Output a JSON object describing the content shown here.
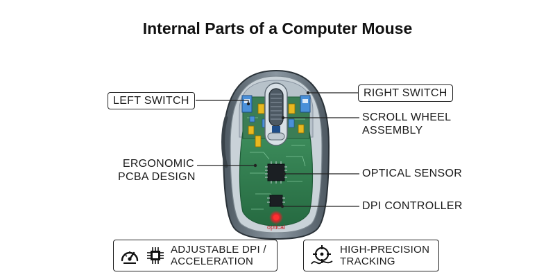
{
  "title": "Internal Parts of a Computer Mouse",
  "labels": {
    "left_switch": "LEFT SWITCH",
    "right_switch": "RIGHT SWITCH",
    "scroll_wheel_line1": "SCROLL WHEEL",
    "scroll_wheel_line2": "ASSEMBLY",
    "ergonomic_line1": "ERGONOMIC",
    "ergonomic_line2": "PCBA DESIGN",
    "optical_sensor": "OPTICAL SENSOR",
    "dpi_controller": "DPI CONTROLLER",
    "led_text": "optical"
  },
  "features": [
    {
      "line1": "ADJUSTABLE DPI /",
      "line2": "ACCELERATION",
      "icons": [
        "speedometer-icon",
        "chip-icon"
      ]
    },
    {
      "line1": "HIGH-PRECISION",
      "line2": "TRACKING",
      "icons": [
        "crosshair-icon"
      ]
    }
  ],
  "colors": {
    "shell": "#5f6b74",
    "pcb": "#2f7a4e",
    "pcb_dark": "#1f5a37",
    "switch_blue": "#4a90d9",
    "capacitor_yellow": "#e8b820",
    "led_red": "#e0242a"
  }
}
